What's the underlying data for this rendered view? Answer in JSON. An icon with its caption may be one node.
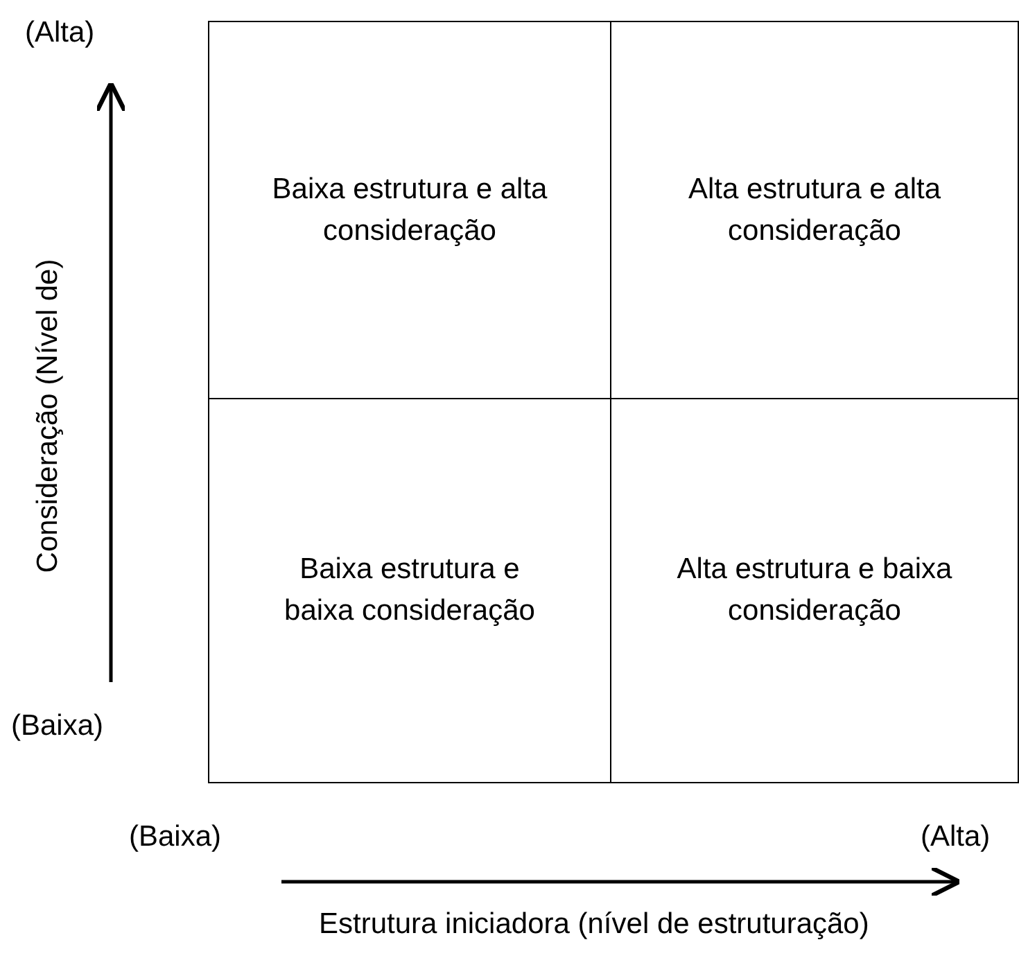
{
  "diagram": {
    "nodes": [
      {
        "text": [
          "Baixa estrutura e alta consideração"
        ]
      },
      {
        "text": [
          "Alta estrutura e alta consideração"
        ]
      },
      {
        "text": [
          "Baixa estrutura e baixa consideração"
        ]
      },
      {
        "text": [
          "Alta estrutura e baixa consideração"
        ]
      }
    ],
    "labels": [
      "(Alta)",
      "Consideração (Nível de)",
      "(Baixa)",
      "(Baixa)",
      "(Alta)",
      "Estrutura iniciadora (nível de estruturação)"
    ]
  }
}
